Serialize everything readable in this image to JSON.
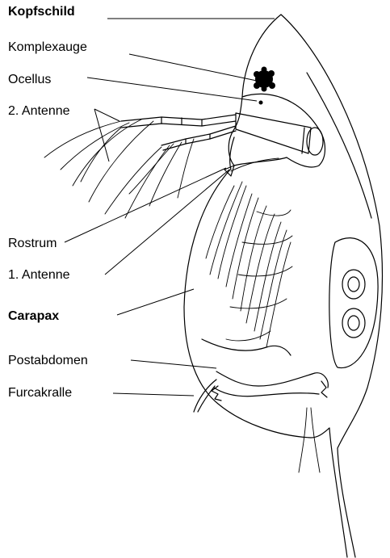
{
  "labels": {
    "kopfschild": "Kopfschild",
    "komplexauge": "Komplexauge",
    "ocellus": "Ocellus",
    "antenne2": "2. Antenne",
    "rostrum": "Rostrum",
    "antenne1": "1. Antenne",
    "carapax": "Carapax",
    "postabdomen": "Postabdomen",
    "furcakralle": "Furcakralle"
  }
}
